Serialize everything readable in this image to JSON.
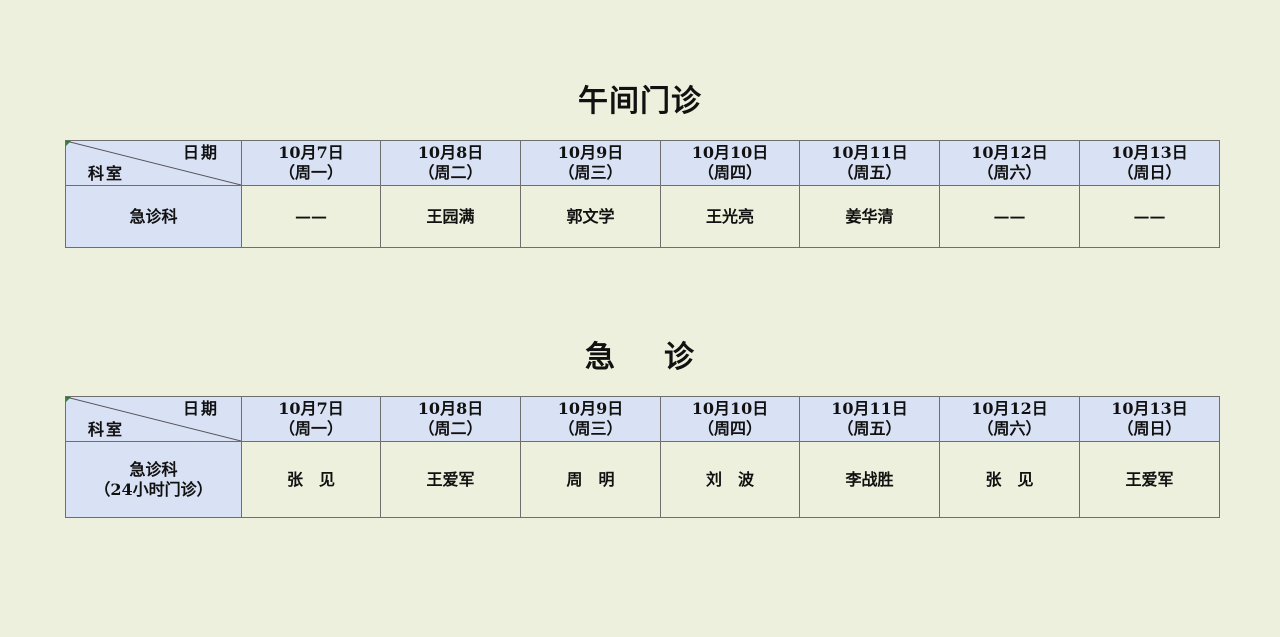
{
  "noon": {
    "title": "午间门诊",
    "corner_top": "日期",
    "corner_bottom": "科室",
    "dates": [
      {
        "date": "10月7日",
        "weekday": "（周一）"
      },
      {
        "date": "10月8日",
        "weekday": "（周二）"
      },
      {
        "date": "10月9日",
        "weekday": "（周三）"
      },
      {
        "date": "10月10日",
        "weekday": "（周四）"
      },
      {
        "date": "10月11日",
        "weekday": "（周五）"
      },
      {
        "date": "10月12日",
        "weekday": "（周六）"
      },
      {
        "date": "10月13日",
        "weekday": "（周日）"
      }
    ],
    "department": "急诊科",
    "doctors": [
      "——",
      "王园满",
      "郭文学",
      "王光亮",
      "姜华清",
      "——",
      "——"
    ]
  },
  "emergency": {
    "title_part1": "急",
    "title_part2": "诊",
    "corner_top": "日期",
    "corner_bottom": "科室",
    "dates": [
      {
        "date": "10月7日",
        "weekday": "（周一）"
      },
      {
        "date": "10月8日",
        "weekday": "（周二）"
      },
      {
        "date": "10月9日",
        "weekday": "（周三）"
      },
      {
        "date": "10月10日",
        "weekday": "（周四）"
      },
      {
        "date": "10月11日",
        "weekday": "（周五）"
      },
      {
        "date": "10月12日",
        "weekday": "（周六）"
      },
      {
        "date": "10月13日",
        "weekday": "（周日）"
      }
    ],
    "department": "急诊科",
    "department_note": "（24小时门诊）",
    "doctors": [
      "张　见",
      "王爱军",
      "周　明",
      "刘　波",
      "李战胜",
      "张　见",
      "王爱军"
    ]
  },
  "colors": {
    "background": "#edf0dc",
    "header_fill": "#d9e1f4",
    "border": "#6e6e6e"
  }
}
